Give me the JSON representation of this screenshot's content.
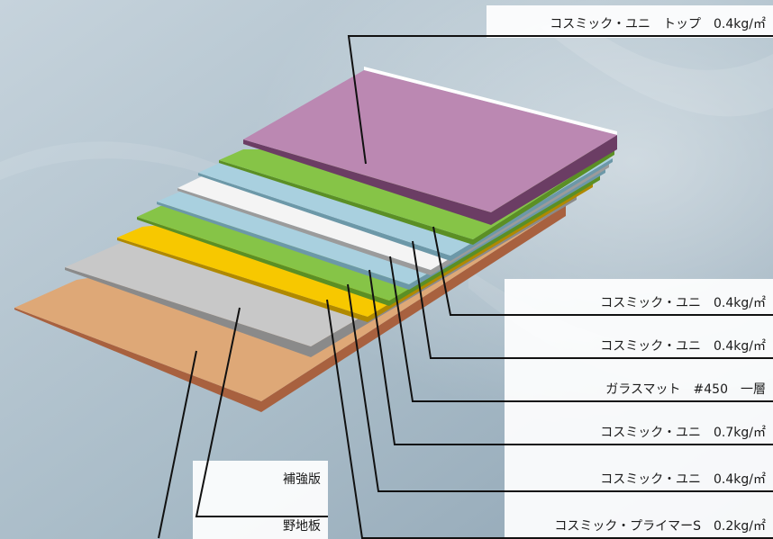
{
  "diagram": {
    "labels": {
      "top": "コスミック・ユニ　トップ　0.4kg/㎡",
      "uni_1": "コスミック・ユニ　0.4kg/㎡",
      "uni_2": "コスミック・ユニ　0.4kg/㎡",
      "glass_mat": "ガラスマット　#450　一層",
      "uni_3": "コスミック・ユニ　0.7kg/㎡",
      "uni_4": "コスミック・ユニ　0.4kg/㎡",
      "reinforcement": "補強版",
      "primer": "コスミック・プライマーS　0.2kg/㎡",
      "base_board": "野地板"
    },
    "colors": {
      "background": "#a9bcc8",
      "top_coat": "#bb88b2",
      "green_layer": "#86c447",
      "light_blue_layer": "#a9d0df",
      "glass_mat_white": "#f4f4f4",
      "yellow_primer": "#f7c800",
      "gray_reinforcement": "#c8c8c8",
      "wood_base": "#dea877",
      "leader_line": "#111111",
      "panel_text": "#1a1a1a"
    }
  }
}
